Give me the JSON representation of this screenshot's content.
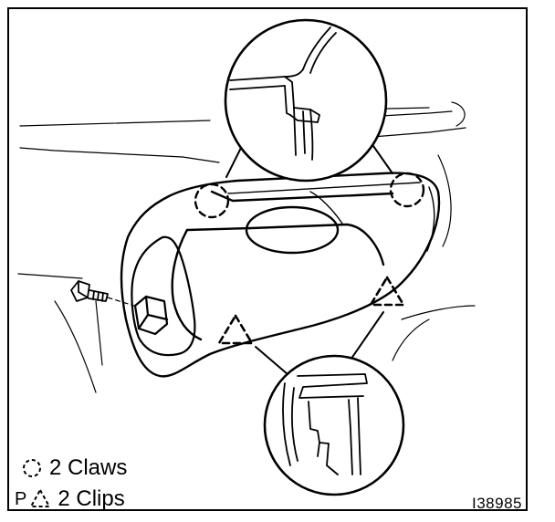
{
  "legend": {
    "claws": {
      "symbol": "circle-dashed-icon",
      "text": "2 Claws"
    },
    "clips": {
      "symbol": "triangle-dashed-icon",
      "text": "2 Clips",
      "prefix": "P"
    }
  },
  "figure_id": "I38985",
  "colors": {
    "line": "#000000",
    "background": "#ffffff"
  }
}
